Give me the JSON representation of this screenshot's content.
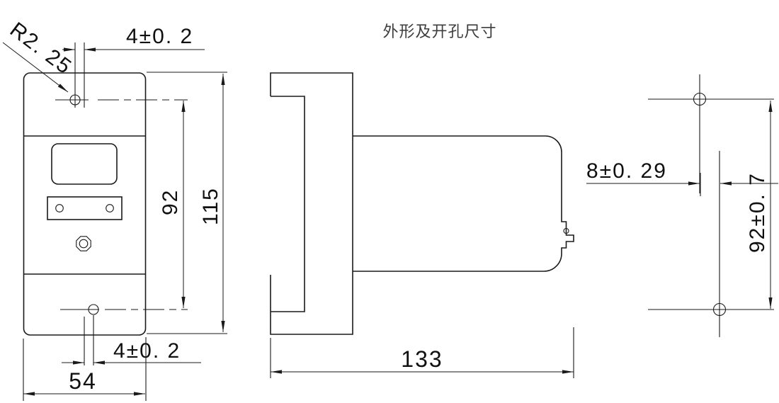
{
  "title": "外形及开孔尺寸",
  "drawing": {
    "front_view": {
      "top_hole_offset": "4±0. 2",
      "hole_radius": "R2. 25",
      "hole_spacing": "92",
      "height": "115",
      "bottom_hole_offset": "4±0. 2",
      "width": "54"
    },
    "side_view": {
      "depth": "133"
    },
    "drill_pattern": {
      "hole_horizontal_offset": "8±0. 29",
      "hole_vertical_spacing": "92±0. 7"
    }
  },
  "colors": {
    "line": "#1a1a1a",
    "title_text": "#3d3d3d",
    "background": "#ffffff"
  }
}
